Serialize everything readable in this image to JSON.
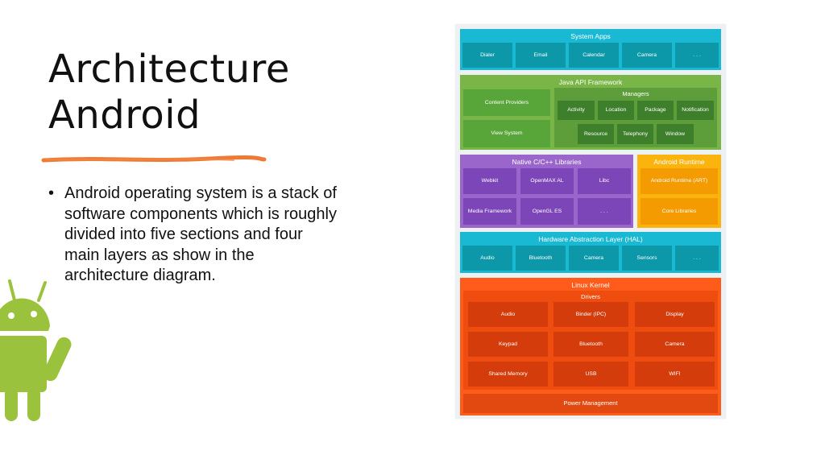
{
  "slide": {
    "title_lines": [
      "Architecture",
      "Android"
    ],
    "bullet_lines": [
      "Android operating system is a stack of",
      "software components which is roughly",
      "divided into five sections and four",
      "main layers as show in the",
      "architecture diagram."
    ]
  },
  "colors": {
    "system_apps": "#19b9d4",
    "java_api": "#7ab547",
    "native_libs": "#9b66cc",
    "runtime": "#fbb40e",
    "hal": "#19b9d4",
    "kernel": "#ff5b1a",
    "title_underline": "#f07a35",
    "android_green": "#9bc23c"
  },
  "diagram": {
    "system_apps": {
      "title": "System Apps",
      "items": [
        "Dialer",
        "Email",
        "Calendar",
        "Camera",
        ". . ."
      ]
    },
    "java_api": {
      "title": "Java API Framework",
      "left_items": [
        "Content Providers",
        "View System"
      ],
      "managers": {
        "title": "Managers",
        "row1": [
          "Activity",
          "Location",
          "Package",
          "Notification"
        ],
        "row2": [
          "Resource",
          "Telephony",
          "Window"
        ]
      }
    },
    "native_libs": {
      "title": "Native C/C++ Libraries",
      "row1": [
        "Webkit",
        "OpenMAX AL",
        "Libc"
      ],
      "row2": [
        "Media Framework",
        "OpenGL ES",
        ". . ."
      ]
    },
    "runtime": {
      "title": "Android Runtime",
      "items": [
        "Android Runtime (ART)",
        "Core Libraries"
      ]
    },
    "hal": {
      "title": "Hardware Abstraction Layer (HAL)",
      "items": [
        "Audio",
        "Bluetooth",
        "Camera",
        "Sensors",
        ". . ."
      ]
    },
    "kernel": {
      "title": "Linux Kernel",
      "drivers_title": "Drivers",
      "rows": [
        [
          "Audio",
          "Binder (IPC)",
          "Display"
        ],
        [
          "Keypad",
          "Bluetooth",
          "Camera"
        ],
        [
          "Shared Memory",
          "USB",
          "WIFI"
        ]
      ],
      "power": "Power Management"
    }
  }
}
